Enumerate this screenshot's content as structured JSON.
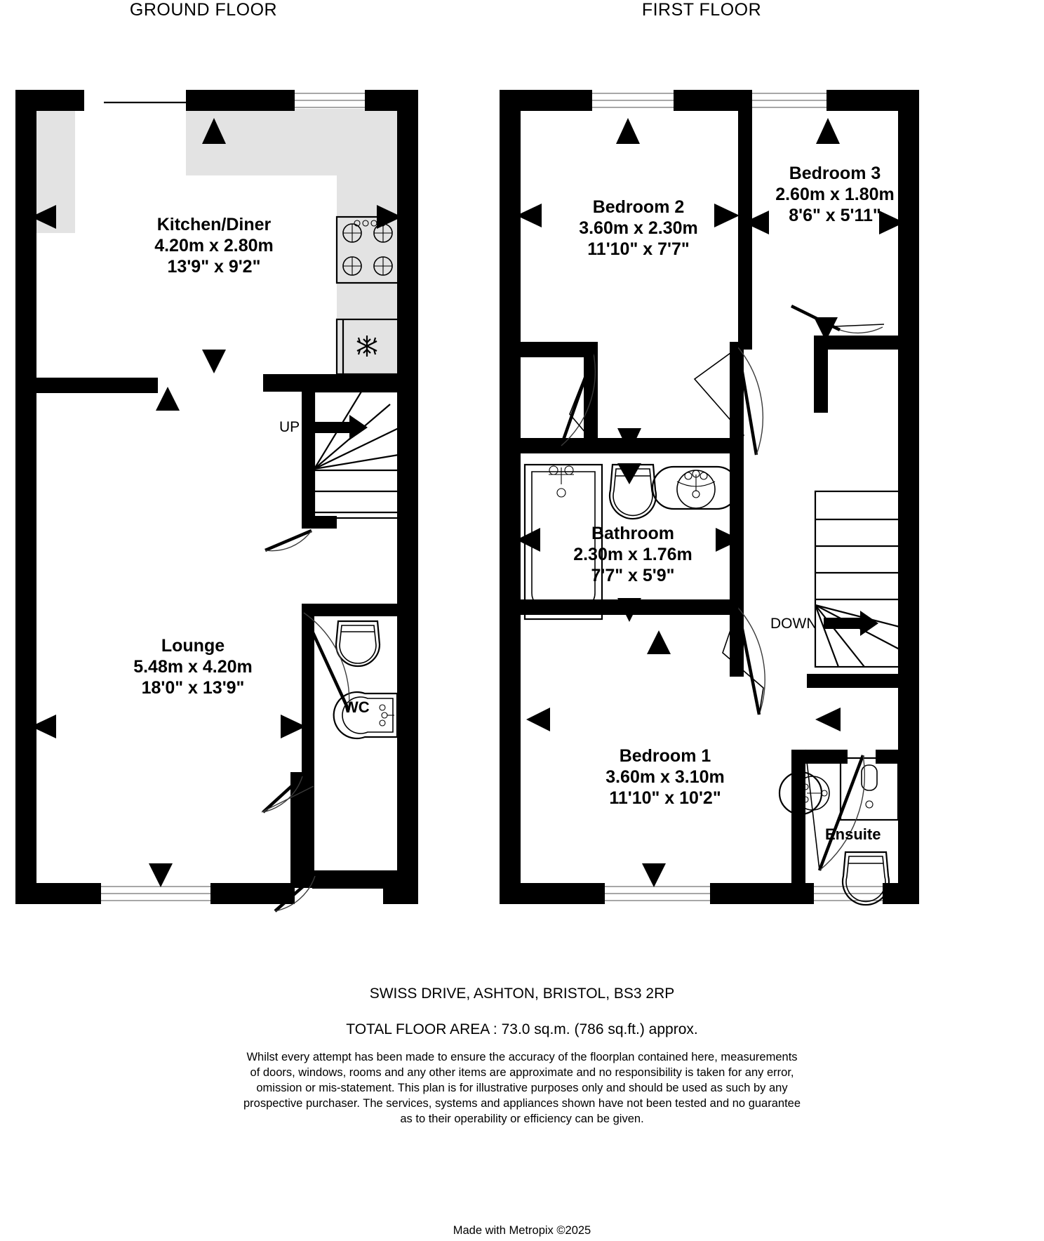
{
  "floors": [
    {
      "id": "ground",
      "title": "GROUND FLOOR"
    },
    {
      "id": "first",
      "title": "FIRST FLOOR"
    }
  ],
  "ground_floor": {
    "title": "GROUND FLOOR",
    "rooms": [
      {
        "name": "Kitchen/Diner",
        "metric": "4.20m  x 2.80m",
        "imperial": "13'9\"  x 9'2\""
      },
      {
        "name": "Lounge",
        "metric": "5.48m  x 4.20m",
        "imperial": "18'0\"  x 13'9\""
      }
    ],
    "stair_label": "UP",
    "wc_label": "WC",
    "fixtures": [
      "hob-icon",
      "fridge-freezer-icon",
      "toilet-icon",
      "basin-icon",
      "staircase-icon"
    ]
  },
  "first_floor": {
    "title": "FIRST FLOOR",
    "rooms": [
      {
        "name": "Bedroom 2",
        "metric": "3.60m  x 2.30m",
        "imperial": "11'10\"  x 7'7\""
      },
      {
        "name": "Bedroom 3",
        "metric": "2.60m  x 1.80m",
        "imperial": "8'6\"  x 5'11\""
      },
      {
        "name": "Bathroom",
        "metric": "2.30m  x 1.76m",
        "imperial": "7'7\"  x 5'9\""
      },
      {
        "name": "Bedroom 1",
        "metric": "3.60m  x 3.10m",
        "imperial": "11'10\"  x 10'2\""
      }
    ],
    "ensuite_label": "Ensuite",
    "stair_label": "DOWN",
    "fixtures": [
      "bathtub-icon",
      "toilet-icon",
      "basin-icon",
      "shower-icon",
      "staircase-icon"
    ]
  },
  "footer": {
    "address": "SWISS DRIVE, ASHTON, BRISTOL, BS3 2RP",
    "total_area": "TOTAL FLOOR AREA : 73.0 sq.m. (786 sq.ft.) approx.",
    "disclaimer_lines": [
      "Whilst every attempt has been made to ensure the accuracy of the floorplan contained here, measurements",
      "of doors, windows, rooms and any other items are approximate and no responsibility is taken for any error,",
      "omission or mis-statement. This plan is for illustrative purposes only and should be used as such by any",
      "prospective purchaser. The services, systems and appliances shown have not been tested and no guarantee",
      "as to their operability or efficiency can be given."
    ],
    "credit": "Made with Metropix ©2025"
  },
  "colors": {
    "wall": "#000000",
    "room_fill": "#e3e3e3",
    "window_line": "#8a8a8a",
    "background": "#ffffff"
  }
}
